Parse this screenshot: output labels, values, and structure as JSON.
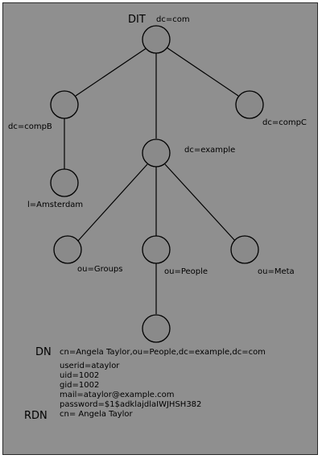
{
  "tree": {
    "root_title": "DIT",
    "nodes": {
      "root": "dc=com",
      "compB": "dc=compB",
      "compC": "dc=compC",
      "example": "dc=example",
      "amsterdam": "l=Amsterdam",
      "groups": "ou=Groups",
      "people": "ou=People",
      "meta": "ou=Meta",
      "person": ""
    }
  },
  "entry": {
    "dn_label": "DN",
    "dn_value": "cn=Angela Taylor,ou=People,dc=example,dc=com",
    "attributes": [
      "userid=ataylor",
      "uid=1002",
      "gid=1002",
      "mail=ataylor@example.com",
      "password=$1$adklajdlaIWJHSH382"
    ],
    "rdn_label": "RDN",
    "rdn_value": "cn= Angela Taylor"
  }
}
